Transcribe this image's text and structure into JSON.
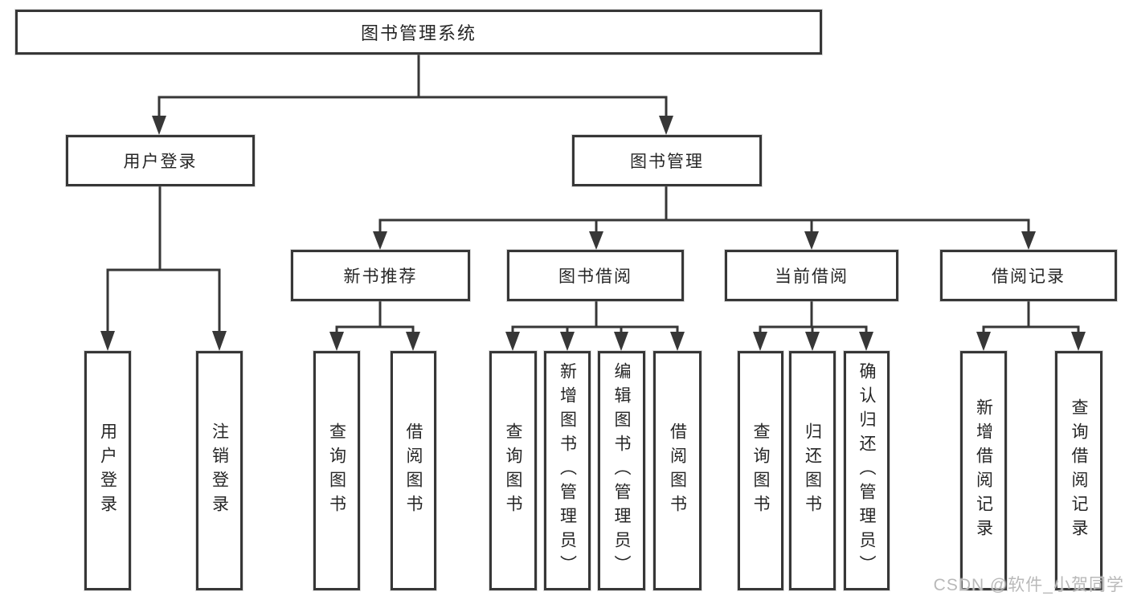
{
  "diagram": {
    "type": "hierarchy",
    "colors": {
      "line": "#373737",
      "box_border": "#373737",
      "text": "#262626",
      "background": "#ffffff",
      "watermark": "#b9b9b9"
    },
    "tree": {
      "label": "图书管理系统",
      "children": [
        {
          "label": "用户登录",
          "children": [
            {
              "label": "用户登录"
            },
            {
              "label": "注销登录"
            }
          ]
        },
        {
          "label": "图书管理",
          "children": [
            {
              "label": "新书推荐",
              "children": [
                {
                  "label": "查询图书"
                },
                {
                  "label": "借阅图书"
                }
              ]
            },
            {
              "label": "图书借阅",
              "children": [
                {
                  "label": "查询图书"
                },
                {
                  "label": "新增图书（管理员）"
                },
                {
                  "label": "编辑图书（管理员）"
                },
                {
                  "label": "借阅图书"
                }
              ]
            },
            {
              "label": "当前借阅",
              "children": [
                {
                  "label": "查询图书"
                },
                {
                  "label": "归还图书"
                },
                {
                  "label": "确认归还（管理员）"
                }
              ]
            },
            {
              "label": "借阅记录",
              "children": [
                {
                  "label": "新增借阅记录"
                },
                {
                  "label": "查询借阅记录"
                }
              ]
            }
          ]
        }
      ]
    }
  },
  "watermark": {
    "text": "CSDN @软件_小贺同学"
  }
}
